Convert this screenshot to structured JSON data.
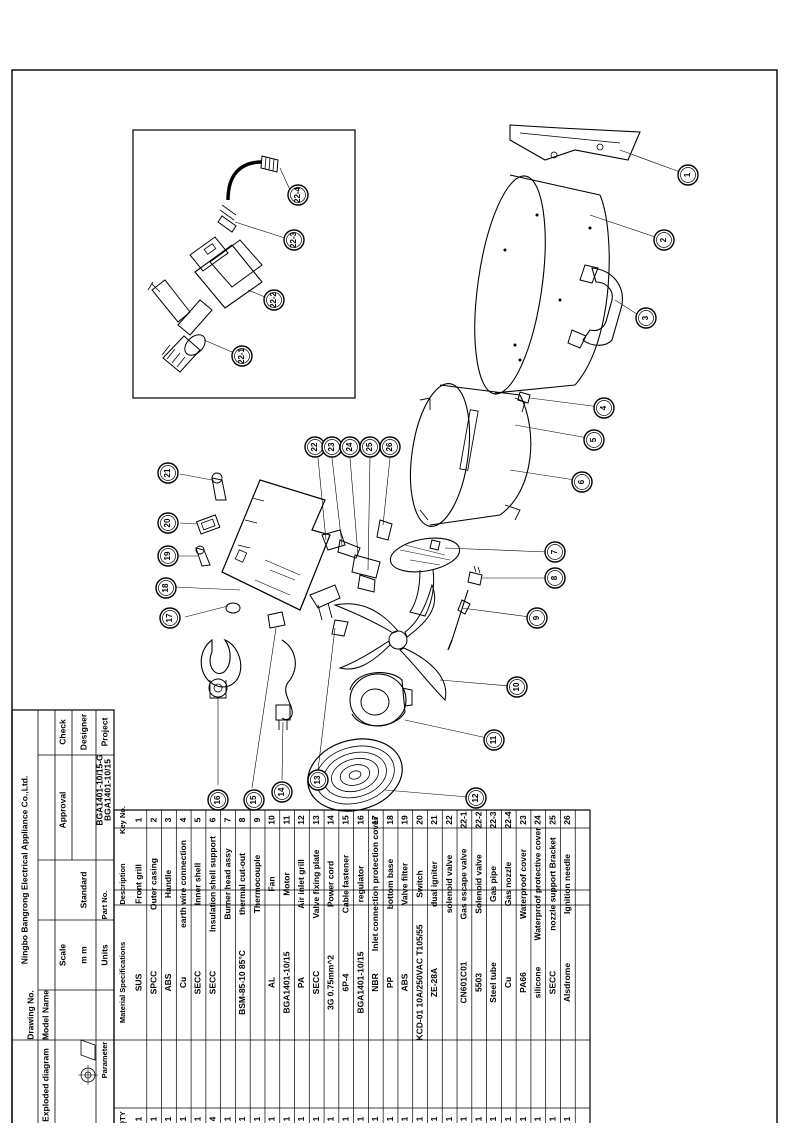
{
  "drawing_title": "Exploded diagram",
  "company": "Ningbo Bangrong Electrical Appliance Co.,Ltd.",
  "title_block": {
    "project_label": "Project",
    "project_values": [
      "BGA1401-10/15",
      "BGA1401-10/15-G"
    ],
    "designer_label": "Designer",
    "standard_label": "Standard",
    "check_label": "Check",
    "approval_label": "Approval",
    "units_label": "Units",
    "units_value": "m m",
    "scale_label": "Scale",
    "model_name_label": "Model Name",
    "drawing_no_label": "Drawing No."
  },
  "table": {
    "headers": {
      "key": "Key No.",
      "description": "Description",
      "part_no": "Part No.",
      "material": "Material Specifications",
      "parameter": "Parameter",
      "qty": "QTY"
    },
    "rows": [
      {
        "key": "1",
        "desc": "Front grill",
        "mat": "SUS",
        "qty": "1"
      },
      {
        "key": "2",
        "desc": "Outer casing",
        "mat": "SPCC",
        "qty": "1"
      },
      {
        "key": "3",
        "desc": "Handle",
        "mat": "ABS",
        "qty": "1"
      },
      {
        "key": "4",
        "desc": "earth wire connection",
        "mat": "Cu",
        "qty": "1"
      },
      {
        "key": "5",
        "desc": "Inner shell",
        "mat": "SECC",
        "qty": "1"
      },
      {
        "key": "6",
        "desc": "Insulation shell support",
        "mat": "SECC",
        "qty": "4"
      },
      {
        "key": "7",
        "desc": "Burner head assy",
        "mat": "",
        "qty": "1"
      },
      {
        "key": "8",
        "desc": "thermal cut-out",
        "mat": "BSM-85-10 85°C",
        "qty": "1"
      },
      {
        "key": "9",
        "desc": "Thermocouple",
        "mat": "",
        "qty": "1"
      },
      {
        "key": "10",
        "desc": "Fan",
        "mat": "AL",
        "qty": "1"
      },
      {
        "key": "11",
        "desc": "Motor",
        "mat": "BGA1401-10/15",
        "qty": "1"
      },
      {
        "key": "12",
        "desc": "Air inlet grill",
        "mat": "PA",
        "qty": "1"
      },
      {
        "key": "13",
        "desc": "Valve fixing plate",
        "mat": "SECC",
        "qty": "1"
      },
      {
        "key": "14",
        "desc": "Power cord",
        "mat": "3G 0.75mm^2",
        "qty": "1"
      },
      {
        "key": "15",
        "desc": "Cable fastener",
        "mat": "6P-4",
        "qty": "1"
      },
      {
        "key": "16",
        "desc": "regulator",
        "mat": "BGA1401-10/15",
        "qty": "1"
      },
      {
        "key": "17",
        "desc": "Inlet connection protection cover",
        "mat": "NBR",
        "qty": "1"
      },
      {
        "key": "18",
        "desc": "bottom base",
        "mat": "PP",
        "qty": "1"
      },
      {
        "key": "19",
        "desc": "Valve filter",
        "mat": "ABS",
        "qty": "1"
      },
      {
        "key": "20",
        "desc": "Switch",
        "mat": "KCD-01 10A/250VAC T105/55",
        "qty": "1"
      },
      {
        "key": "21",
        "desc": "dual igniter",
        "mat": "ZE-28A",
        "qty": "1"
      },
      {
        "key": "22",
        "desc": "solenoid valve",
        "mat": "",
        "qty": "1"
      },
      {
        "key": "22-1",
        "desc": "Gas escape valve",
        "mat": "CN601C01",
        "qty": "1"
      },
      {
        "key": "22-2",
        "desc": "Solenoid valve",
        "mat": "5503",
        "qty": "1"
      },
      {
        "key": "22-3",
        "desc": "Gas pipe",
        "mat": "Steel tube",
        "qty": "1"
      },
      {
        "key": "22-4",
        "desc": "Gas nozzle",
        "mat": "Cu",
        "qty": "1"
      },
      {
        "key": "23",
        "desc": "Waterproof cover",
        "mat": "PA66",
        "qty": "1"
      },
      {
        "key": "24",
        "desc": "Waterproof protective cover",
        "mat": "silicone",
        "qty": "1"
      },
      {
        "key": "25",
        "desc": "nozzle support Bracket",
        "mat": "SECC",
        "qty": "1"
      },
      {
        "key": "26",
        "desc": "Ignition needle",
        "mat": "Alsdrome",
        "qty": "1"
      }
    ]
  },
  "inset_labels": [
    "22-1",
    "22-2",
    "22-3",
    "22-4"
  ],
  "callouts": [
    "1",
    "2",
    "3",
    "4",
    "5",
    "6",
    "7",
    "8",
    "9",
    "10",
    "11",
    "12",
    "13",
    "14",
    "15",
    "16",
    "17",
    "18",
    "19",
    "20",
    "21",
    "22",
    "23",
    "24",
    "25",
    "26"
  ]
}
